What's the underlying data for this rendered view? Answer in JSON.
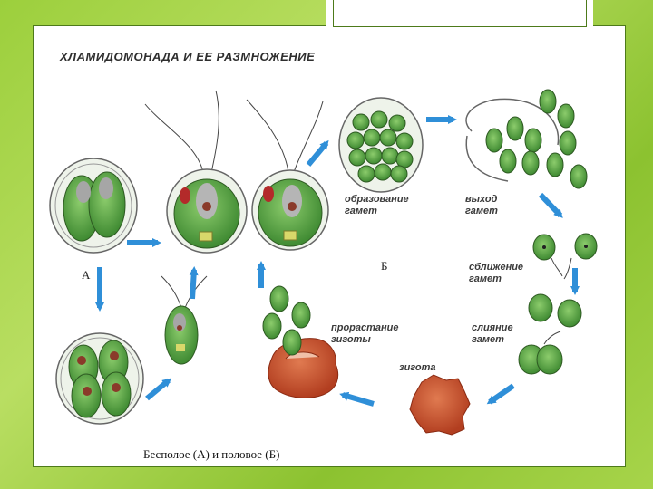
{
  "title": "ХЛАМИДОМОНАДА И ЕЕ РАЗМНОЖЕНИЕ",
  "labels": {
    "gamete_formation": "образование\nгамет",
    "gamete_release": "выход\nгамет",
    "gamete_approach": "сближение\nгамет",
    "gamete_fusion": "слияние\nгамет",
    "zygote": "зигота",
    "zygote_germination": "прорастание\nзиготы"
  },
  "letters": {
    "asexual": "А",
    "sexual": "Б"
  },
  "caption": "Бесполое (А) и половое (Б)",
  "colors": {
    "cell_green": "#4f9a3e",
    "cell_light": "#6fb65a",
    "arrow_blue": "#2f8fd8",
    "zygote_red": "#c8502e",
    "slide_green": "#9ccf3c"
  }
}
